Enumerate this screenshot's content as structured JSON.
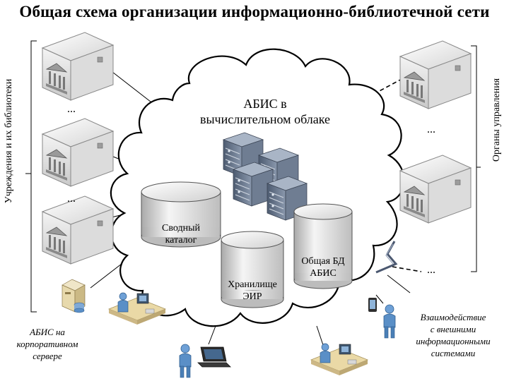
{
  "title": "Общая схема организации информационно-библиотечной сети",
  "left_group_label": "Учреждения и их библиотеки",
  "right_group_label": "Органы управления",
  "cloud": {
    "line1": "АБИС в",
    "line2": "вычислительном облаке"
  },
  "svodny": {
    "line1": "Сводный",
    "line2": "каталог"
  },
  "hranilishe": {
    "line1": "Хранилище",
    "line2": "ЭИР"
  },
  "obshaya": {
    "line1": "Общая БД",
    "line2": "АБИС"
  },
  "ellipsis": "...",
  "corporate": {
    "line1": "АБИС на",
    "line2": "корпоративном",
    "line3": "сервере"
  },
  "external": {
    "line1": "Взаимодействие",
    "line2": "с внешними",
    "line3": "информационными",
    "line4": "системами"
  },
  "colors": {
    "cloud_border": "#000000",
    "server_body": "#e9e9e9",
    "rack": "#5f6f86",
    "person": "#5a8fc7",
    "desk": "#e8d9a8"
  }
}
